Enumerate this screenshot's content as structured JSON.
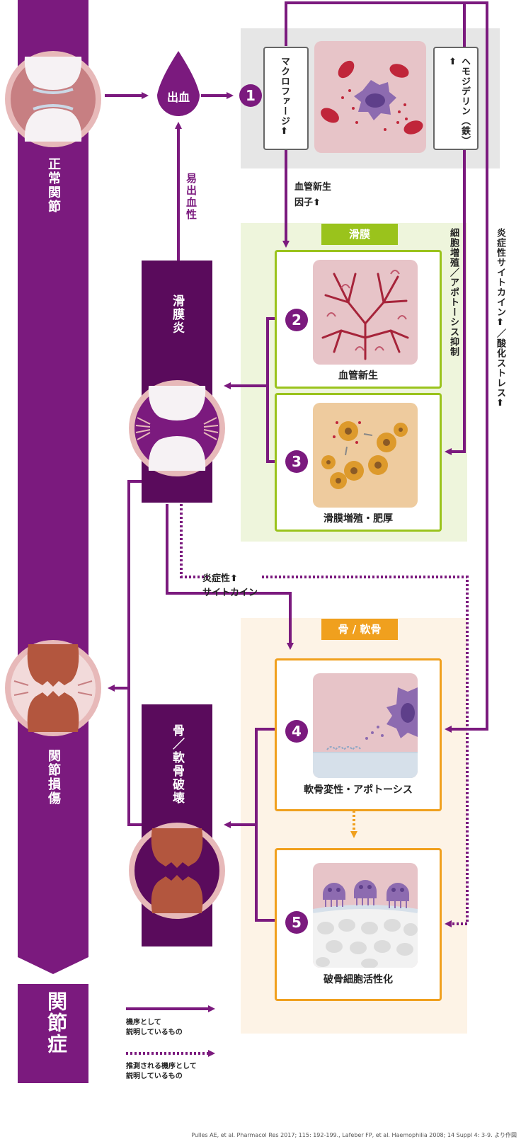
{
  "left_bar": {
    "normal_joint": "正常関節",
    "joint_damage": "関節損傷",
    "final": "関節症"
  },
  "top": {
    "bleeding": "出血",
    "macrophage": "マクロファージ⬆",
    "hemosiderin": "ヘモジデリン（鉄）⬆",
    "angiogenic_factor_line1": "血管新生",
    "angiogenic_factor_line2": "因子⬆",
    "bleeding_tendency": "易出血性"
  },
  "synovium": {
    "tag": "滑膜",
    "stage_label": "滑膜炎",
    "item2_caption": "血管新生",
    "item3_caption": "滑膜増殖・肥厚",
    "side_note": "細胞増殖／アポトーシス抑制"
  },
  "far_right_note": "炎症性サイトカイン⬆／酸化ストレス⬆",
  "cytokine_line1": "炎症性⬆",
  "cytokine_line2": "サイトカイン",
  "bone": {
    "tag": "骨 / 軟骨",
    "stage_label": "骨／軟骨破壊",
    "item4_caption": "軟骨変性・アポトーシス",
    "item5_caption": "破骨細胞活性化"
  },
  "numbers": [
    "1",
    "2",
    "3",
    "4",
    "5"
  ],
  "legend": {
    "solid_line1": "機序として",
    "solid_line2": "説明しているもの",
    "dotted_line1": "推測される機序として",
    "dotted_line2": "説明しているもの"
  },
  "citation": "Pulles AE, et al. Pharmacol Res 2017; 115: 192-199., Lafeber FP, et al. Haemophilia 2008; 14 Suppl 4: 3-9. より作図",
  "colors": {
    "purple": "#7b1a7e",
    "dark_purple": "#5a0b5c",
    "green": "#9ac31c",
    "orange": "#f0a01e",
    "gray_bg": "#e6e6e6",
    "green_bg": "#eef5dc",
    "orange_bg": "#fdf3e6"
  }
}
